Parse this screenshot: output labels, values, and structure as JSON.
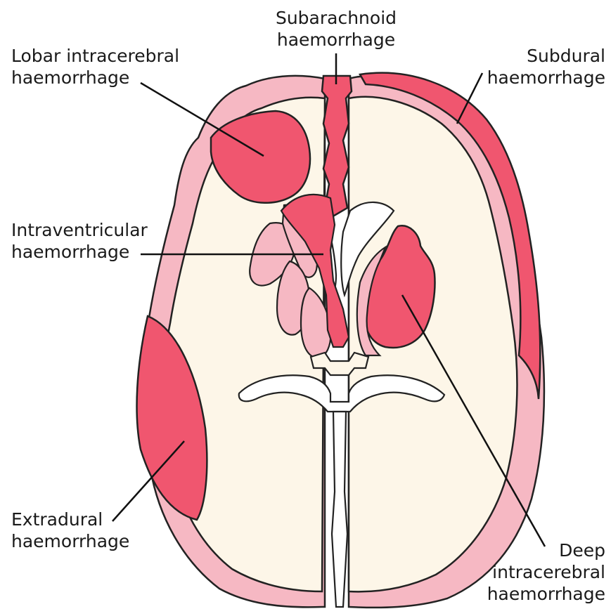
{
  "labels": {
    "subarachnoid": [
      "Subarachnoid",
      "haemorrhage"
    ],
    "lobar": [
      "Lobar intracerebral",
      "haemorrhage"
    ],
    "subdural": [
      "Subdural",
      "haemorrhage"
    ],
    "intraventricular": [
      "Intraventricular",
      "haemorrhage"
    ],
    "extradural": [
      "Extradural",
      "haemorrhage"
    ],
    "deep": [
      "Deep",
      "intracerebral",
      "haemorrhage"
    ]
  },
  "colors": {
    "cortex": "#f6b8c3",
    "white_matter": "#fdf6e8",
    "haemorrhage": "#f0566f",
    "outline": "#222222",
    "ventricle": "#ffffff"
  }
}
